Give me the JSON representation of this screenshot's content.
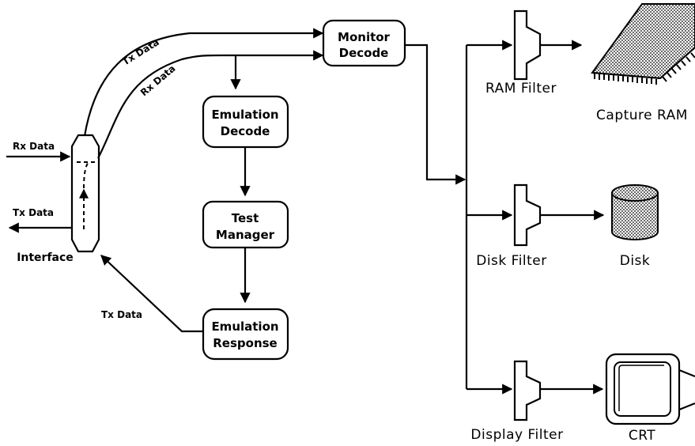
{
  "interface": {
    "label": "Interface"
  },
  "signals": {
    "rx_in": "Rx Data",
    "tx_out": "Tx Data",
    "tx_upper": "Tx Data",
    "rx_upper": "Rx Data",
    "tx_return": "Tx Data"
  },
  "boxes": {
    "monitor_decode": [
      "Monitor",
      "Decode"
    ],
    "emulation_decode": [
      "Emulation",
      "Decode"
    ],
    "test_manager": [
      "Test",
      "Manager"
    ],
    "emulation_response": [
      "Emulation",
      "Response"
    ]
  },
  "filters": {
    "ram": "RAM Filter",
    "disk": "Disk Filter",
    "display": "Display Filter"
  },
  "outputs": {
    "capture_ram": "Capture RAM",
    "disk": "Disk",
    "crt": "CRT"
  },
  "icons": [
    "capture-ram-chip-icon",
    "disk-cylinder-icon",
    "crt-monitor-icon"
  ]
}
